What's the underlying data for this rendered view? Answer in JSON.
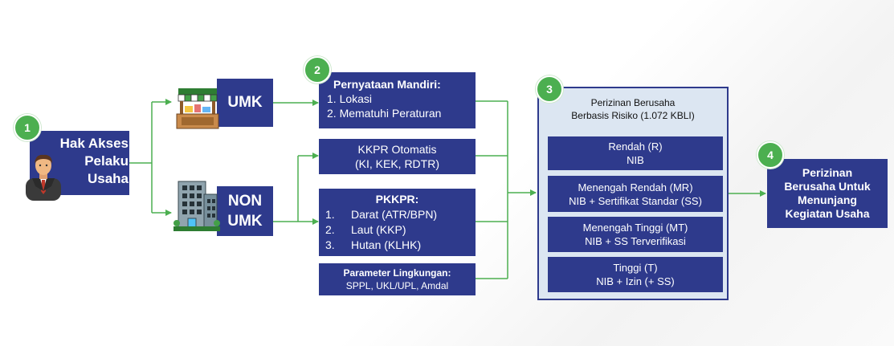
{
  "colors": {
    "box": "#2e3a8c",
    "badge": "#4caf50",
    "line": "#4caf50",
    "panel": "#dce6f2"
  },
  "badges": [
    "1",
    "2",
    "3",
    "4"
  ],
  "actor": {
    "line1": "Hak Akses",
    "line2": "Pelaku",
    "line3": "Usaha",
    "icon": "businessman-icon"
  },
  "umk": {
    "label": "UMK",
    "icon": "shop-stall-icon"
  },
  "nonumk": {
    "line1": "NON",
    "line2": "UMK",
    "icon": "office-building-icon"
  },
  "pernyataan": {
    "title": "Pernyataan Mandiri:",
    "items": [
      "1. Lokasi",
      "2. Mematuhi Peraturan"
    ]
  },
  "kkpr_otomatis": {
    "line1": "KKPR Otomatis",
    "line2": "(KI, KEK, RDTR)"
  },
  "pkkpr": {
    "title": "PKKPR:",
    "items": [
      {
        "num": "1.",
        "text": "Darat (ATR/BPN)"
      },
      {
        "num": "2.",
        "text": "Laut (KKP)"
      },
      {
        "num": "3.",
        "text": "Hutan (KLHK)"
      }
    ]
  },
  "lingkungan": {
    "title": "Parameter Lingkungan:",
    "subtitle": "SPPL, UKL/UPL, Amdal"
  },
  "perizinan": {
    "title1": "Perizinan Berusaha",
    "title2": "Berbasis Risiko (1.072 KBLI)",
    "levels": [
      {
        "name": "Rendah (R)",
        "req": "NIB"
      },
      {
        "name": "Menengah Rendah (MR)",
        "req": "NIB + Sertifikat Standar (SS)"
      },
      {
        "name": "Menengah Tinggi (MT)",
        "req": "NIB + SS Terverifikasi"
      },
      {
        "name": "Tinggi (T)",
        "req": "NIB + Izin (+ SS)"
      }
    ]
  },
  "result": {
    "line1": "Perizinan",
    "line2": "Berusaha Untuk",
    "line3": "Menunjang",
    "line4": "Kegiatan Usaha"
  }
}
